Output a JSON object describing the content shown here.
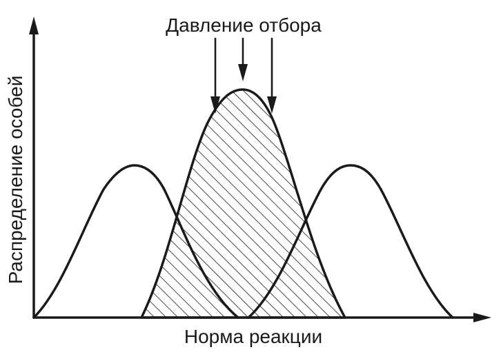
{
  "diagram": {
    "title": "Давление отбора",
    "x_axis_label": "Норма реакции",
    "y_axis_label": "Распределение особей",
    "curves": [
      {
        "id": "left",
        "hatched": false
      },
      {
        "id": "center",
        "hatched": true
      },
      {
        "id": "right",
        "hatched": false
      }
    ],
    "selection_arrow_count": 3,
    "colors": {
      "line": "#1a1a1a",
      "background": "#ffffff"
    }
  }
}
